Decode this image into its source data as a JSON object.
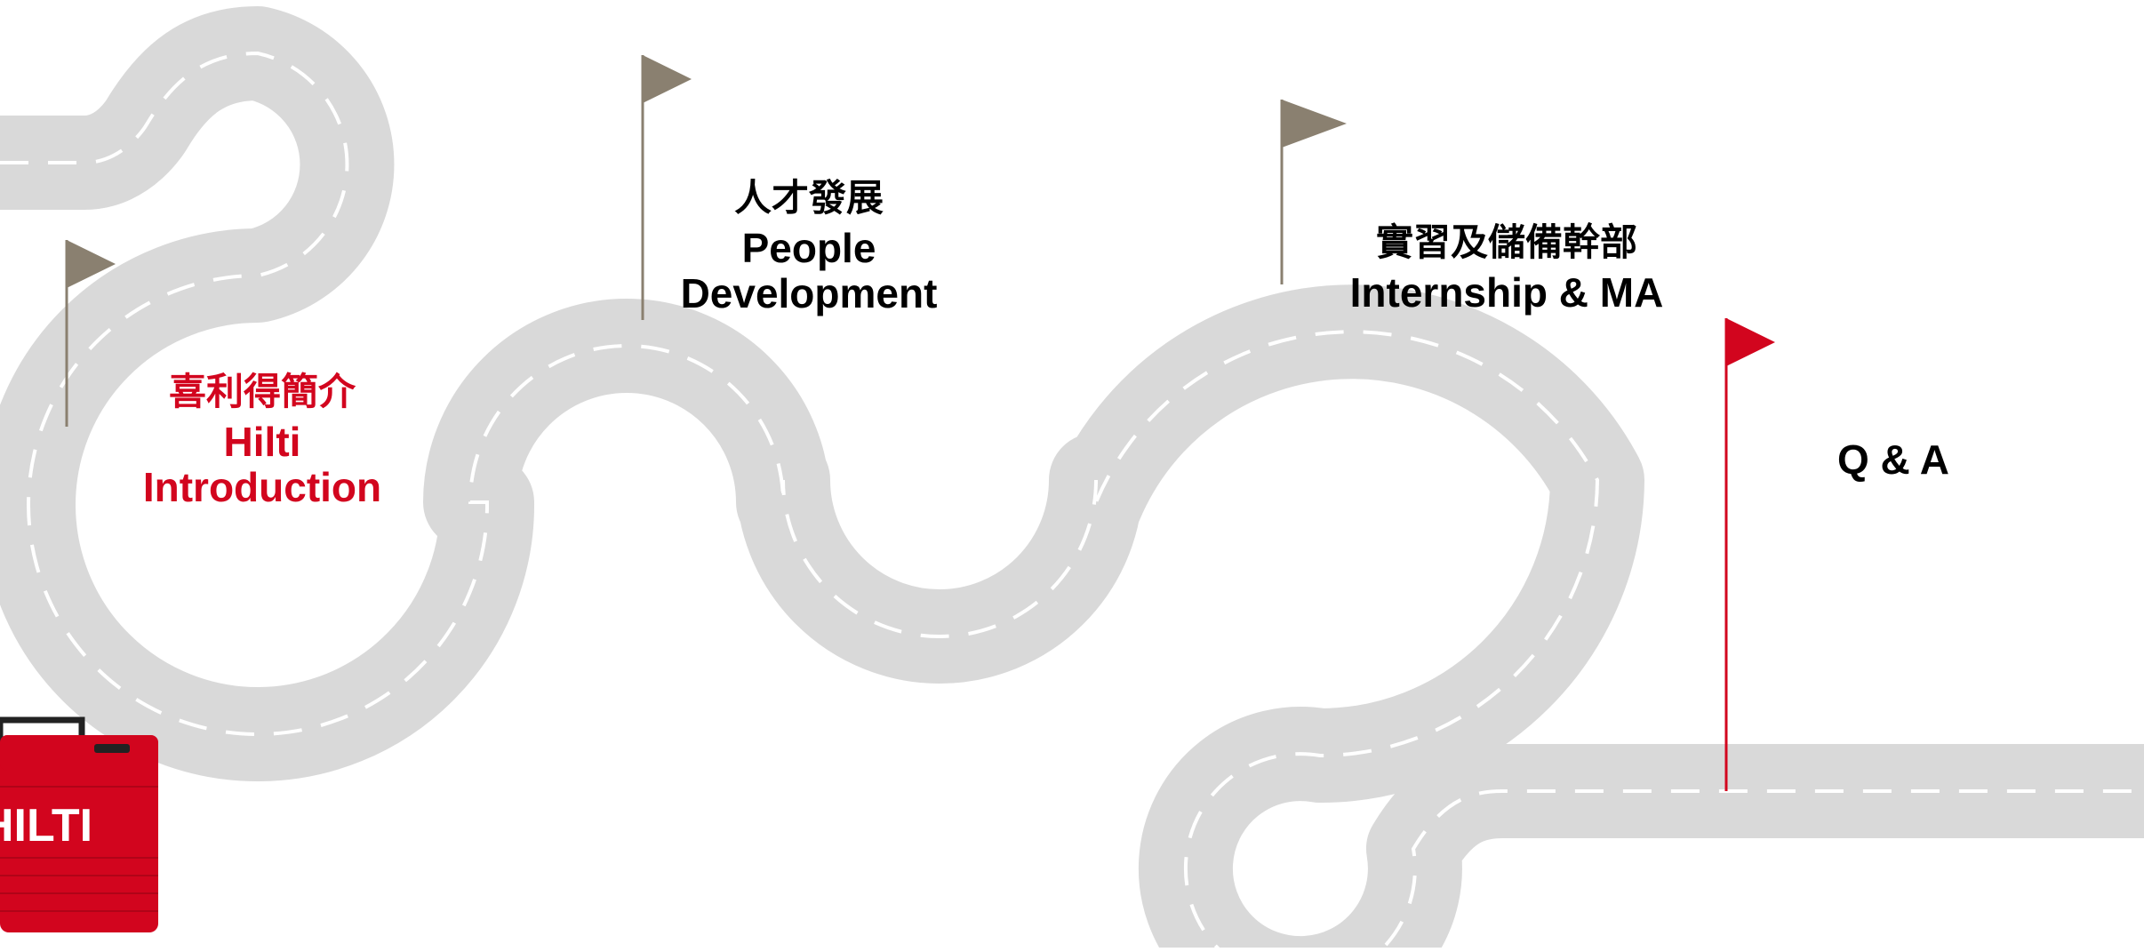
{
  "colors": {
    "road": "#d9d9d9",
    "lane_marking": "#ffffff",
    "flag_default": "#8a8070",
    "accent_red": "#d2051e",
    "text_dark": "#000000",
    "case_red": "#d2051e",
    "case_dark": "#222222"
  },
  "stops": [
    {
      "cjk": "喜利得簡介",
      "en_line1": "Hilti",
      "en_line2": "Introduction",
      "state": "current",
      "flag": "gray-flag-icon"
    },
    {
      "cjk": "人才發展",
      "en_line1": "People",
      "en_line2": "Development",
      "state": "upcoming",
      "flag": "gray-flag-icon"
    },
    {
      "cjk": "實習及儲備幹部",
      "en_line1": "Internship & MA",
      "en_line2": "",
      "state": "upcoming",
      "flag": "gray-flag-icon"
    },
    {
      "cjk": "",
      "en_line1": "Q & A",
      "en_line2": "",
      "state": "final",
      "flag": "red-flag-icon"
    }
  ],
  "toolcase": {
    "icon": "hilti-toolcase-icon",
    "brand_text": "HILTI"
  }
}
